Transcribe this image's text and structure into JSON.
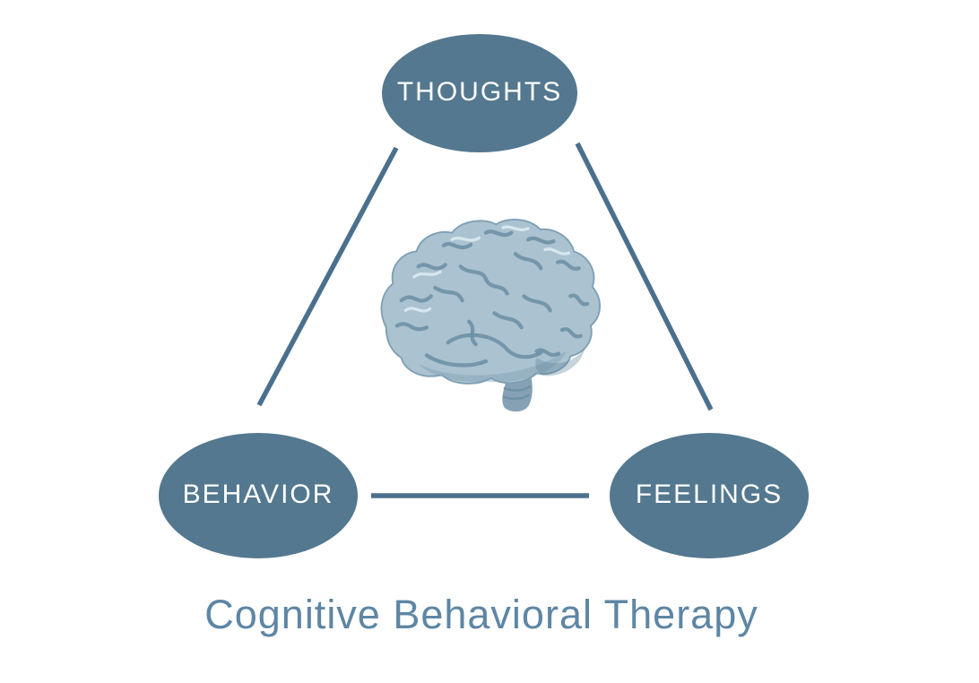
{
  "diagram": {
    "title": "Cognitive Behavioral Therapy",
    "nodes": [
      {
        "id": "thoughts",
        "label": "THOUGHTS"
      },
      {
        "id": "behavior",
        "label": "BEHAVIOR"
      },
      {
        "id": "feelings",
        "label": "FEELINGS"
      }
    ],
    "connections": [
      {
        "from": "thoughts",
        "to": "behavior"
      },
      {
        "from": "thoughts",
        "to": "feelings"
      },
      {
        "from": "behavior",
        "to": "feelings"
      }
    ],
    "center_image": "brain-illustration"
  },
  "colors": {
    "background": "#ffffff",
    "node_fill": "#53788f",
    "connector": "#4a708d",
    "title_text": "#5e86a4",
    "label_text": "#ffffff",
    "brain_base": "#abc2d0",
    "brain_shade": "#7fa0b4",
    "brain_deep": "#5d8299",
    "brain_outline": "#6a8ea4",
    "brain_highlight": "#dcebf1"
  }
}
